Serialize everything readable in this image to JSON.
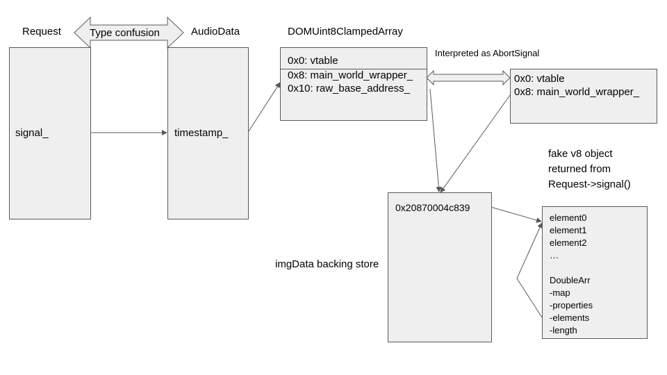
{
  "labels": {
    "request": "Request",
    "audiodata": "AudioData",
    "dom_array": "DOMUint8ClampedArray",
    "type_confusion": "Type confusion",
    "interpreted_as": "Interpreted as AbortSignal",
    "imgdata_store": "imgData backing store",
    "fake_object_note": [
      "fake v8 object",
      "returned from",
      "Request->signal()"
    ]
  },
  "request_box": {
    "field": "signal_"
  },
  "audiodata_box": {
    "field": "timestamp_"
  },
  "dom_array_box": {
    "rows": [
      "0x0: vtable",
      "0x8: main_world_wrapper_",
      "0x10: raw_base_address_"
    ]
  },
  "abort_signal_box": {
    "rows": [
      "0x0: vtable",
      "0x8: main_world_wrapper_"
    ]
  },
  "backing_store_box": {
    "address": "0x20870004c839"
  },
  "fake_array_box": {
    "rows": [
      "element0",
      "element1",
      "element2",
      "…",
      "",
      "DoubleArr",
      "-map",
      "-properties",
      "-elements",
      "-length"
    ]
  }
}
